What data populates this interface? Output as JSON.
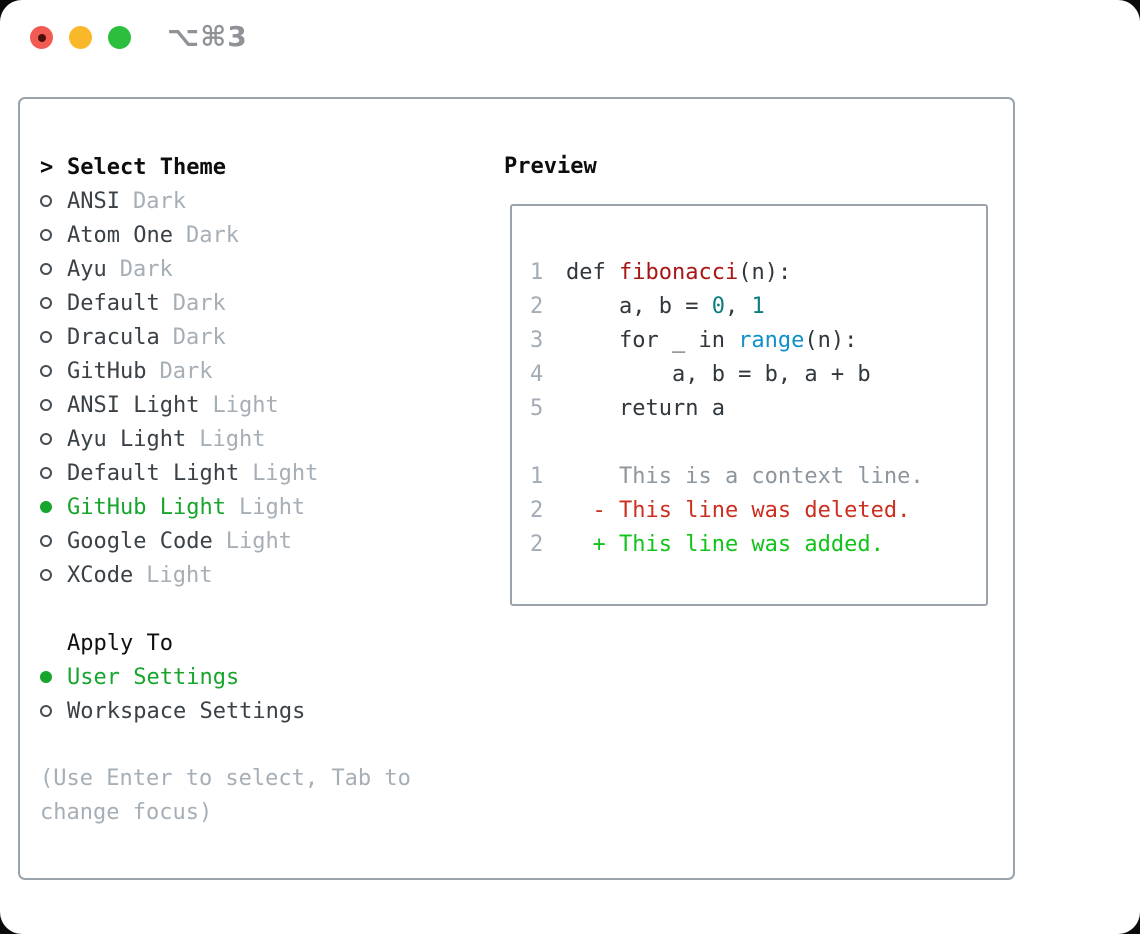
{
  "titlebar": {
    "title": "⌥⌘3",
    "traffic_lights": [
      "close",
      "minimize",
      "zoom"
    ]
  },
  "theme_picker": {
    "header": "Select Theme",
    "cursor": ">",
    "items": [
      {
        "name": "ANSI",
        "variant": "Dark",
        "selected": false
      },
      {
        "name": "Atom One",
        "variant": "Dark",
        "selected": false
      },
      {
        "name": "Ayu",
        "variant": "Dark",
        "selected": false
      },
      {
        "name": "Default",
        "variant": "Dark",
        "selected": false
      },
      {
        "name": "Dracula",
        "variant": "Dark",
        "selected": false
      },
      {
        "name": "GitHub",
        "variant": "Dark",
        "selected": false
      },
      {
        "name": "ANSI Light",
        "variant": "Light",
        "selected": false
      },
      {
        "name": "Ayu Light",
        "variant": "Light",
        "selected": false
      },
      {
        "name": "Default Light",
        "variant": "Light",
        "selected": false
      },
      {
        "name": "GitHub Light",
        "variant": "Light",
        "selected": true
      },
      {
        "name": "Google Code",
        "variant": "Light",
        "selected": false
      },
      {
        "name": "XCode",
        "variant": "Light",
        "selected": false
      }
    ]
  },
  "apply_to": {
    "header": "Apply To",
    "options": [
      {
        "label": "User Settings",
        "selected": true
      },
      {
        "label": "Workspace Settings",
        "selected": false
      }
    ]
  },
  "help_text": "(Use Enter to select, Tab to change focus)",
  "preview": {
    "header": "Preview",
    "code_lines": [
      {
        "num": "1",
        "tokens": [
          {
            "text": "def ",
            "style": "plain"
          },
          {
            "text": "fibonacci",
            "style": "function"
          },
          {
            "text": "(n):",
            "style": "plain"
          }
        ]
      },
      {
        "num": "2",
        "tokens": [
          {
            "text": "    a, b = ",
            "style": "plain"
          },
          {
            "text": "0",
            "style": "number"
          },
          {
            "text": ", ",
            "style": "plain"
          },
          {
            "text": "1",
            "style": "number"
          }
        ]
      },
      {
        "num": "3",
        "tokens": [
          {
            "text": "    for _ in ",
            "style": "plain"
          },
          {
            "text": "range",
            "style": "builtin"
          },
          {
            "text": "(n):",
            "style": "plain"
          }
        ]
      },
      {
        "num": "4",
        "tokens": [
          {
            "text": "        a, b = b, a + b",
            "style": "plain"
          }
        ]
      },
      {
        "num": "5",
        "tokens": [
          {
            "text": "    return a",
            "style": "plain"
          }
        ]
      }
    ],
    "diff_lines": [
      {
        "num": "1",
        "text": "    This is a context line.",
        "kind": "context"
      },
      {
        "num": "2",
        "text": "  - This line was deleted.",
        "kind": "deleted"
      },
      {
        "num": "2",
        "text": "  + This line was added.",
        "kind": "added"
      }
    ]
  },
  "colors": {
    "accent_green": "#17a52d",
    "diff_green": "#12c31a",
    "diff_red": "#cb2f1f",
    "function_red": "#a81616",
    "number_teal": "#0d7e7e",
    "builtin_blue": "#1090c8",
    "muted_gray": "#a6aeb6",
    "text_dark": "#3a4147",
    "border_gray": "#9aa2ac"
  }
}
